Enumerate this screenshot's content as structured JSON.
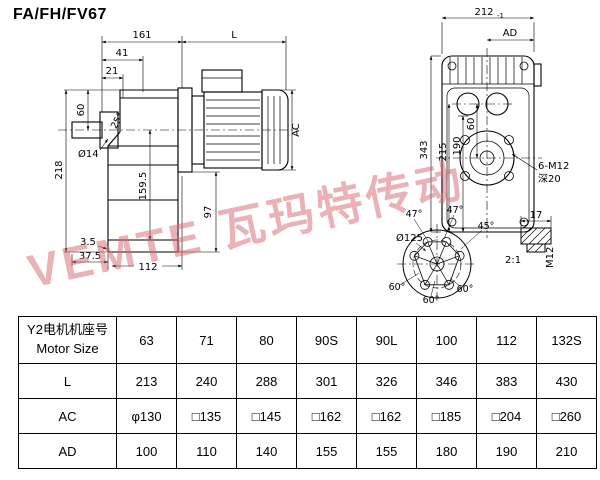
{
  "title": "FA/FH/FV67",
  "watermark": "VEMTE 瓦玛特传动",
  "dims": {
    "sv": {
      "a161": "161",
      "aL": "L",
      "a41": "41",
      "a21": "21",
      "a60": "60",
      "a218": "218",
      "aphi14": "Ø14",
      "a25": "25°",
      "a159": "159.5",
      "a97": "97",
      "aAC": "AC",
      "a35": "3.5",
      "a375": "37.5",
      "a112": "112"
    },
    "fv": {
      "a212": "212",
      "atol": "-1",
      "aAD": "AD",
      "a343": "343",
      "a215": "215",
      "a190": "190",
      "a60": "60",
      "bolt1": "6-M12",
      "bolt2": "深20"
    },
    "fl": {
      "aphi125": "Ø125",
      "a47a": "47°",
      "a47b": "47°",
      "a45": "45°",
      "a60a": "60°",
      "a60b": "60°",
      "a60c": "60°"
    },
    "dt": {
      "a17": "17",
      "scale": "2:1",
      "m12": "M12"
    }
  },
  "table": {
    "header_cn": "Y2电机机座号",
    "header_en": "Motor Size",
    "columns": [
      "63",
      "71",
      "80",
      "90S",
      "90L",
      "100",
      "112",
      "132S"
    ],
    "rows": [
      {
        "label": "L",
        "values": [
          "213",
          "240",
          "288",
          "301",
          "326",
          "346",
          "383",
          "430"
        ]
      },
      {
        "label": "AC",
        "values": [
          "φ130",
          "□135",
          "□145",
          "□162",
          "□162",
          "□185",
          "□204",
          "□260"
        ]
      },
      {
        "label": "AD",
        "values": [
          "100",
          "110",
          "140",
          "155",
          "155",
          "180",
          "190",
          "210"
        ]
      }
    ]
  }
}
